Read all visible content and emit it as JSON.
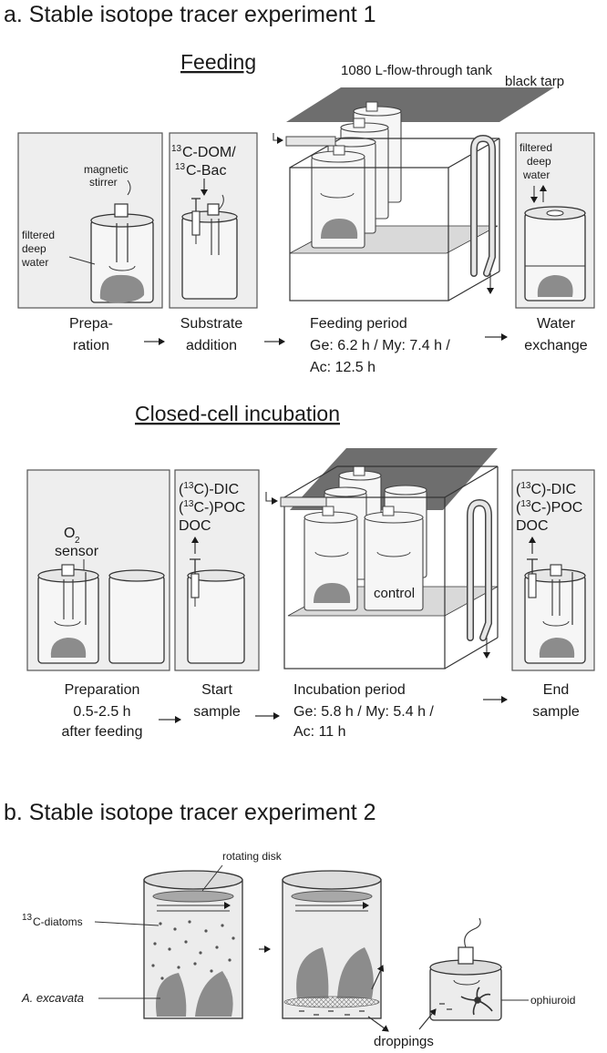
{
  "section_a": {
    "title": "a. Stable isotope tracer experiment 1",
    "feeding": {
      "heading": "Feeding",
      "tank_label": "1080 L-flow-through tank",
      "tarp_label": "black tarp",
      "stirrer_label": [
        "magnetic",
        "stirrer"
      ],
      "deep_water_label": [
        "filtered",
        "deep",
        "water"
      ],
      "substrate_label_1": "C-DOM/",
      "substrate_label_2": "C-Bac",
      "substrate_sup": "13",
      "exchange_label": [
        "filtered",
        "deep",
        "water"
      ],
      "steps": [
        {
          "lines": [
            "Prepa-",
            "ration"
          ]
        },
        {
          "lines": [
            "Substrate",
            "addition"
          ]
        },
        {
          "lines": [
            "Feeding period",
            "Ge: 6.2 h / My: 7.4 h /",
            "Ac: 12.5 h"
          ]
        },
        {
          "lines": [
            "Water",
            "exchange"
          ]
        }
      ]
    },
    "incubation": {
      "heading": "Closed-cell incubation",
      "sensor_label": [
        "O",
        "2",
        "sensor"
      ],
      "control_label": "control",
      "sample_labels": [
        "(",
        "13",
        "C)-DIC",
        "(",
        "13",
        "C-)POC",
        "DOC"
      ],
      "steps": [
        {
          "lines": [
            "Preparation",
            "0.5-2.5 h",
            "after feeding"
          ]
        },
        {
          "lines": [
            "Start",
            "sample"
          ]
        },
        {
          "lines": [
            "Incubation period",
            "Ge: 5.8 h / My: 5.4 h /",
            "Ac: 11 h"
          ]
        },
        {
          "lines": [
            "End",
            "sample"
          ]
        }
      ]
    }
  },
  "section_b": {
    "title": "b. Stable isotope tracer experiment 2",
    "disk_label": "rotating disk",
    "diatoms_sup": "13",
    "diatoms_label": "C-diatoms",
    "sponge_label": "A. excavata",
    "ophiuroid_label": "ophiuroid",
    "droppings_label": "droppings"
  },
  "colors": {
    "panel_bg": "#eeeeee",
    "panel_border": "#555555",
    "tarp": "#6e6e6e",
    "organism": "#8c8c8c",
    "tank_floor": "#d9d9d9",
    "text": "#1a1a1a"
  }
}
